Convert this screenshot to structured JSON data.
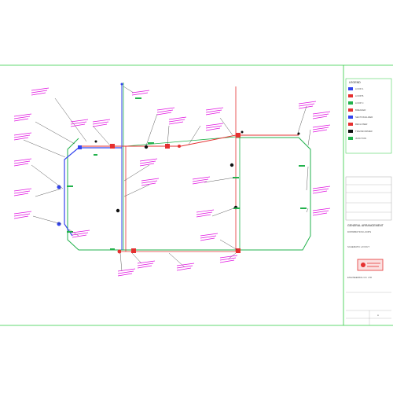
{
  "drawing": {
    "frame_color": "#2ecc40",
    "colors": {
      "blue": "#3344ee",
      "red": "#e53030",
      "green": "#22b24c",
      "magenta": "#e010e0",
      "black": "#111111"
    }
  },
  "title_block": {
    "legend_header": "LEGEND",
    "legend": [
      {
        "color": "#3344ee",
        "text": "LOOP A"
      },
      {
        "color": "#e53030",
        "text": "LOOP B"
      },
      {
        "color": "#22b24c",
        "text": "LOOP C"
      },
      {
        "color": "#e53030",
        "text": "BREAKER"
      },
      {
        "color": "#3344ee",
        "text": "SECTIONALIZER"
      },
      {
        "color": "#e53030",
        "text": "RECLOSER"
      },
      {
        "color": "#111111",
        "text": "TRANSFORMER"
      },
      {
        "color": "#22b24c",
        "text": "JUNCTION"
      }
    ],
    "drawing_title": "GENERAL ARRANGEMENT",
    "subtitle": "DISTRIBUTION LOOPS",
    "project": "SCHEMATIC LAYOUT",
    "company": "ENGINEERING CO. LTD",
    "rev": "A"
  }
}
